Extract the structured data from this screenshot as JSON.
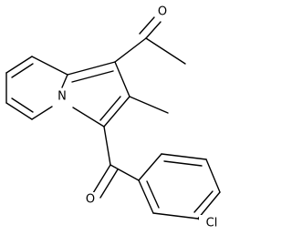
{
  "molecule": {
    "atom_labels": {
      "carbonyl_oxygen_top": "O",
      "ring_nitrogen": "N",
      "carbonyl_oxygen_middle": "O",
      "chlorine": "Cl"
    }
  },
  "colors": {
    "bond": "#000000",
    "background": "#ffffff"
  }
}
